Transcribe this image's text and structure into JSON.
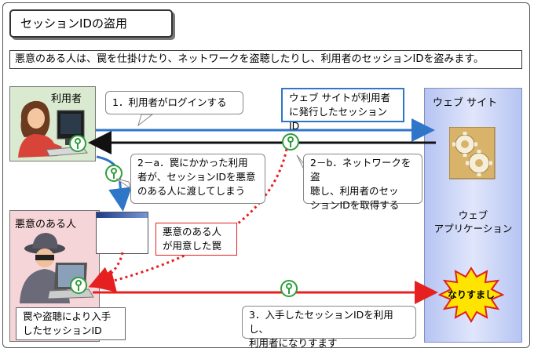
{
  "title": "セッションIDの盗用",
  "description": "悪意のある人は、罠を仕掛けたり、ネットワークを盗聴したりし、利用者のセッションIDを盗みます。",
  "regions": {
    "user": "利用者",
    "attacker": "悪意のある人",
    "website": "ウェブ サイト"
  },
  "web_app_label": [
    "ウェブ",
    "アプリケーション"
  ],
  "impersonation_badge": "なりすまし",
  "callouts": {
    "step1": "1．利用者がログインする",
    "issued": [
      "ウェブ サイトが利用者",
      "に発行したセッションID"
    ],
    "step2a": [
      "2－a．罠にかかった利用",
      "者が、セッションIDを悪意",
      "のある人に渡してしまう"
    ],
    "step2b": [
      "2－b．ネットワークを盗",
      "聴し、利用者のセッ",
      "ションIDを取得する"
    ],
    "trap": [
      "悪意のある人",
      "が用意した罠"
    ],
    "obtained": [
      "罠や盗聴により入手",
      "したセッションID"
    ],
    "step3": [
      "3．入手したセッションIDを利用し、",
      "利用者になりすます"
    ]
  },
  "colors": {
    "blue_arrow": "#2f75c8",
    "black_arrow": "#111111",
    "red_arrow": "#e62020",
    "key": "#2e9e3a"
  },
  "icons": [
    "user-at-computer-icon",
    "hacker-at-laptop-icon",
    "gears-app-icon",
    "key-icon"
  ]
}
